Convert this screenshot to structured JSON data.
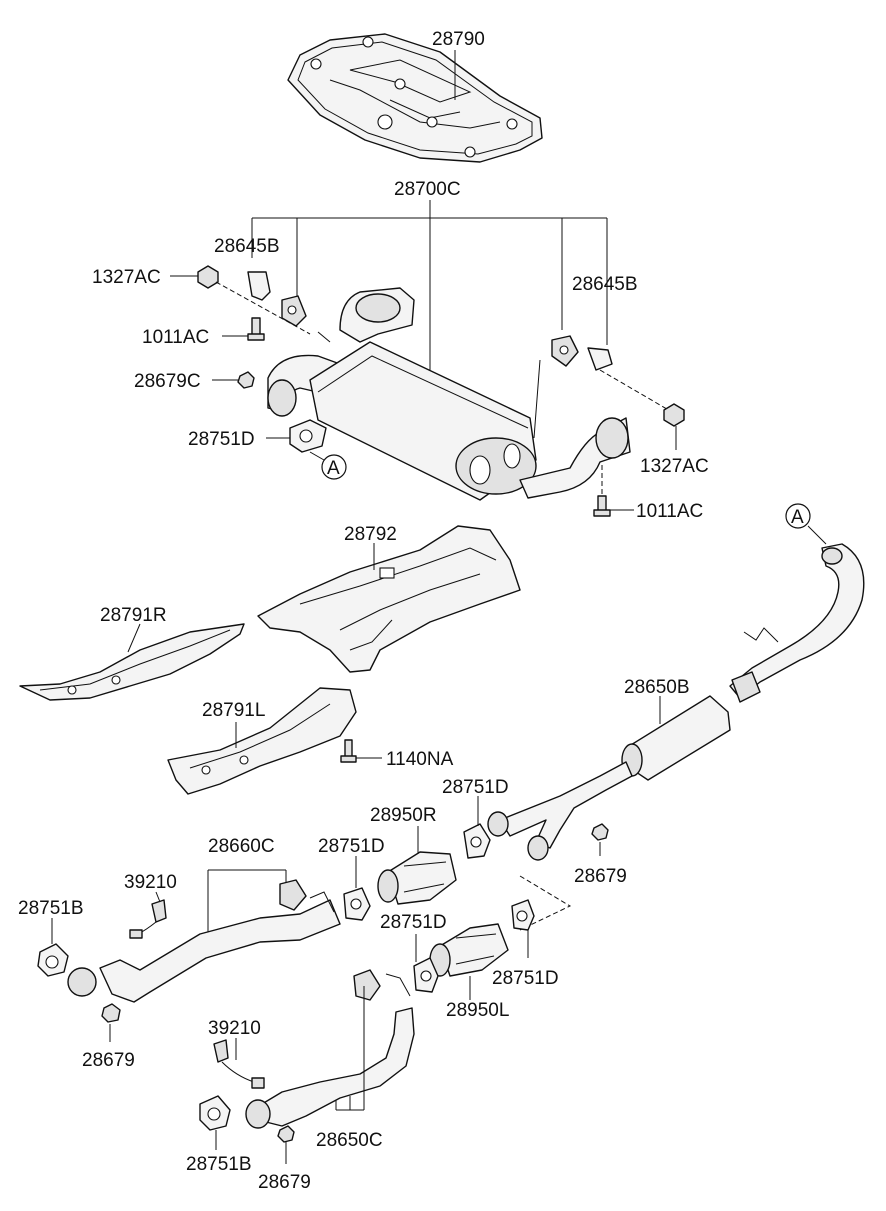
{
  "labels": {
    "p28790": "28790",
    "p28700C": "28700C",
    "p28645B_left": "28645B",
    "p28645B_right": "28645B",
    "p1327AC_left": "1327AC",
    "p1327AC_right": "1327AC",
    "p1011AC_left": "1011AC",
    "p1011AC_right": "1011AC",
    "p28679C": "28679C",
    "p28751D_top": "28751D",
    "ref_A_muffler": "A",
    "ref_A_pipe": "A",
    "p28792": "28792",
    "p28791R": "28791R",
    "p28791L": "28791L",
    "p1140NA": "1140NA",
    "p28650B": "28650B",
    "p28751D_mid": "28751D",
    "p28950R": "28950R",
    "p28751D_left": "28751D",
    "p28660C": "28660C",
    "p28679_right": "28679",
    "p39210_upper": "39210",
    "p28751B_upper": "28751B",
    "p28751D_lower": "28751D",
    "p28751D_lower_right": "28751D",
    "p28950L": "28950L",
    "p28679_left": "28679",
    "p39210_lower": "39210",
    "p28650C": "28650C",
    "p28751B_lower": "28751B",
    "p28679_bottom": "28679"
  }
}
